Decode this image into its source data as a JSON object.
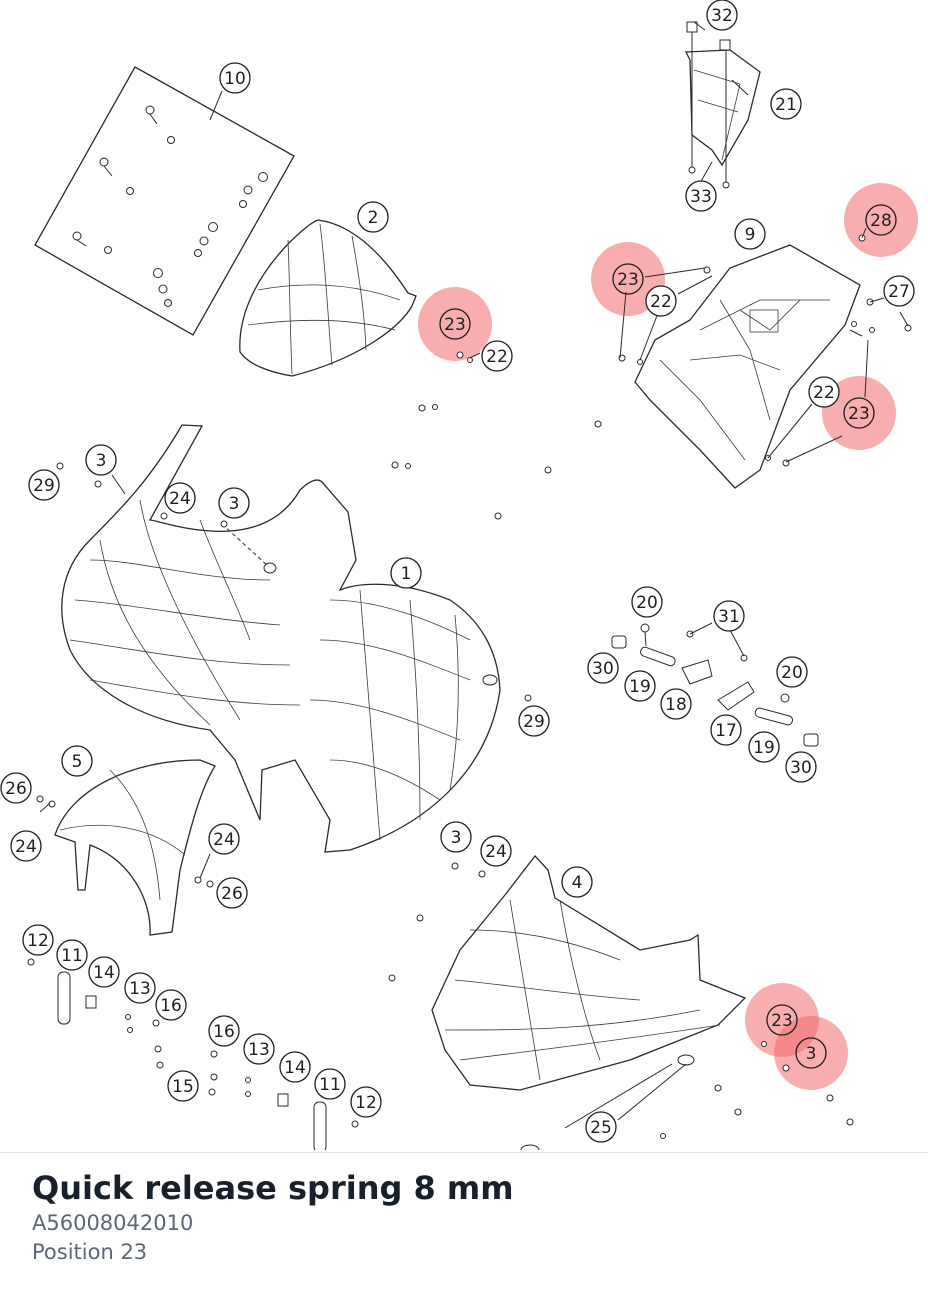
{
  "diagram": {
    "highlight_color": "#f26b6b",
    "callouts": [
      {
        "label": "32",
        "highlighted": false
      },
      {
        "label": "21",
        "highlighted": false
      },
      {
        "label": "33",
        "highlighted": false
      },
      {
        "label": "10",
        "highlighted": false
      },
      {
        "label": "2",
        "highlighted": false
      },
      {
        "label": "23",
        "highlighted": true
      },
      {
        "label": "22",
        "highlighted": false
      },
      {
        "label": "28",
        "highlighted": true
      },
      {
        "label": "9",
        "highlighted": false
      },
      {
        "label": "23",
        "highlighted": true
      },
      {
        "label": "22",
        "highlighted": false
      },
      {
        "label": "27",
        "highlighted": false
      },
      {
        "label": "22",
        "highlighted": false
      },
      {
        "label": "23",
        "highlighted": true
      },
      {
        "label": "3",
        "highlighted": false
      },
      {
        "label": "29",
        "highlighted": false
      },
      {
        "label": "24",
        "highlighted": false
      },
      {
        "label": "3",
        "highlighted": false
      },
      {
        "label": "1",
        "highlighted": false
      },
      {
        "label": "20",
        "highlighted": false
      },
      {
        "label": "31",
        "highlighted": false
      },
      {
        "label": "30",
        "highlighted": false
      },
      {
        "label": "19",
        "highlighted": false
      },
      {
        "label": "18",
        "highlighted": false
      },
      {
        "label": "20",
        "highlighted": false
      },
      {
        "label": "17",
        "highlighted": false
      },
      {
        "label": "19",
        "highlighted": false
      },
      {
        "label": "30",
        "highlighted": false
      },
      {
        "label": "29",
        "highlighted": false
      },
      {
        "label": "5",
        "highlighted": false
      },
      {
        "label": "26",
        "highlighted": false
      },
      {
        "label": "24",
        "highlighted": false
      },
      {
        "label": "24",
        "highlighted": false
      },
      {
        "label": "26",
        "highlighted": false
      },
      {
        "label": "3",
        "highlighted": false
      },
      {
        "label": "24",
        "highlighted": false
      },
      {
        "label": "4",
        "highlighted": false
      },
      {
        "label": "12",
        "highlighted": false
      },
      {
        "label": "11",
        "highlighted": false
      },
      {
        "label": "14",
        "highlighted": false
      },
      {
        "label": "13",
        "highlighted": false
      },
      {
        "label": "16",
        "highlighted": false
      },
      {
        "label": "16",
        "highlighted": false
      },
      {
        "label": "13",
        "highlighted": false
      },
      {
        "label": "14",
        "highlighted": false
      },
      {
        "label": "15",
        "highlighted": false
      },
      {
        "label": "11",
        "highlighted": false
      },
      {
        "label": "12",
        "highlighted": false
      },
      {
        "label": "23",
        "highlighted": true
      },
      {
        "label": "3",
        "highlighted": true
      },
      {
        "label": "25",
        "highlighted": false
      }
    ]
  },
  "part": {
    "title": "Quick release spring 8 mm",
    "number": "A56008042010",
    "position": "Position 23"
  }
}
